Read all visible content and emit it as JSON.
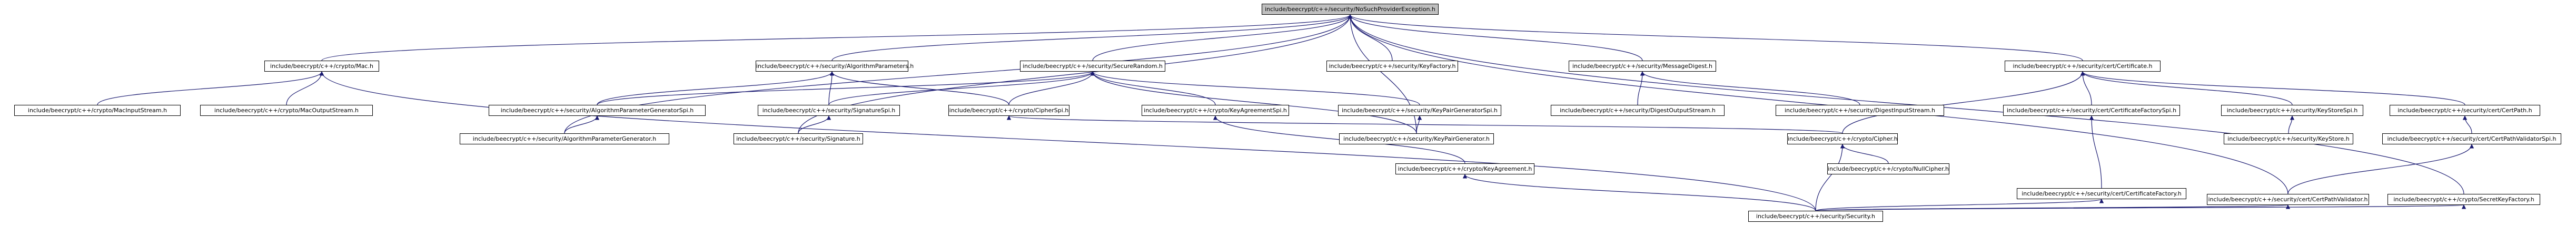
{
  "colors": {
    "edge": "#191970",
    "node_border": "#000000",
    "root_fill": "#bfbfbf",
    "node_fill": "#ffffff"
  },
  "nodes": {
    "root": "include/beecrypt/c++/security/NoSuchProviderException.h",
    "mac": "include/beecrypt/c++/crypto/Mac.h",
    "algparams": "include/beecrypt/c++/security/AlgorithmParameters.h",
    "securerandom": "include/beecrypt/c++/security/SecureRandom.h",
    "keyfactory": "include/beecrypt/c++/security/KeyFactory.h",
    "msgdigest": "include/beecrypt/c++/security/MessageDigest.h",
    "certificate": "include/beecrypt/c++/security/cert/Certificate.h",
    "macinput": "include/beecrypt/c++/crypto/MacInputStream.h",
    "macoutput": "include/beecrypt/c++/crypto/MacOutputStream.h",
    "algparamgenspi": "include/beecrypt/c++/security/AlgorithmParameterGeneratorSpi.h",
    "signaturespi": "include/beecrypt/c++/security/SignatureSpi.h",
    "cipherspi": "include/beecrypt/c++/crypto/CipherSpi.h",
    "keyagreementspi": "include/beecrypt/c++/crypto/KeyAgreementSpi.h",
    "keypairgenspi": "include/beecrypt/c++/security/KeyPairGeneratorSpi.h",
    "digestoutput": "include/beecrypt/c++/security/DigestOutputStream.h",
    "digestinput": "include/beecrypt/c++/security/DigestInputStream.h",
    "certfactoryspi": "include/beecrypt/c++/security/cert/CertificateFactorySpi.h",
    "keystorespi": "include/beecrypt/c++/security/KeyStoreSpi.h",
    "certpath": "include/beecrypt/c++/security/cert/CertPath.h",
    "algparamgen": "include/beecrypt/c++/security/AlgorithmParameterGenerator.h",
    "signature": "include/beecrypt/c++/security/Signature.h",
    "keypairgen": "include/beecrypt/c++/security/KeyPairGenerator.h",
    "cipher": "include/beecrypt/c++/crypto/Cipher.h",
    "keystore": "include/beecrypt/c++/security/KeyStore.h",
    "certpathvalspi": "include/beecrypt/c++/security/cert/CertPathValidatorSpi.h",
    "keyagreement": "include/beecrypt/c++/crypto/KeyAgreement.h",
    "nullcipher": "include/beecrypt/c++/crypto/NullCipher.h",
    "certfactory": "include/beecrypt/c++/security/cert/CertificateFactory.h",
    "certpathval": "include/beecrypt/c++/security/cert/CertPathValidator.h",
    "secretkeyfactory": "include/beecrypt/c++/crypto/SecretKeyFactory.h",
    "security": "include/beecrypt/c++/security/Security.h"
  }
}
